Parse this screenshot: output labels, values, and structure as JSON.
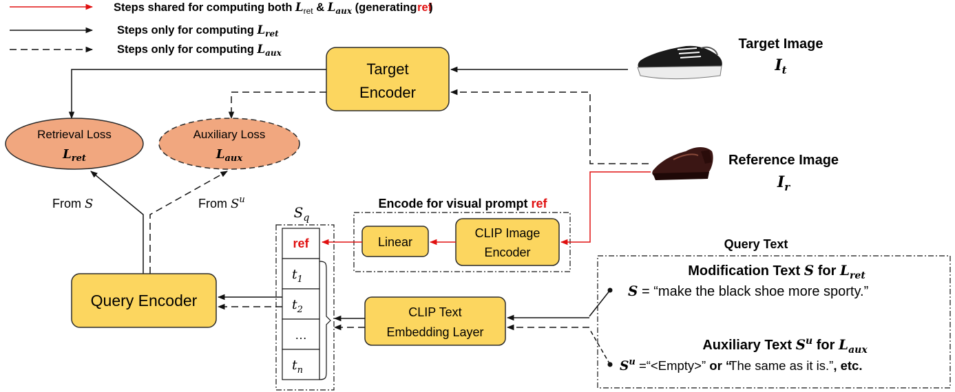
{
  "legend": {
    "red_label": "Steps shared for computing both",
    "red_mid": "&",
    "red_suffix": "(generating",
    "red_ref": "ref",
    "red_close": ")",
    "solid_label": "Steps only for computing",
    "dashed_label": "Steps only for computing",
    "L": "L",
    "ret": "ret",
    "aux": "aux"
  },
  "target_encoder": {
    "line1": "Target",
    "line2": "Encoder"
  },
  "target_image": {
    "label": "Target Image",
    "sym": "I",
    "sub": "t",
    "icon": "sneaker-icon"
  },
  "reference_image": {
    "label": "Reference Image",
    "sym": "I",
    "sub": "r",
    "icon": "dress-shoe-icon"
  },
  "retrieval_loss": {
    "line1": "Retrieval Loss",
    "sym": "L",
    "sub": "ret"
  },
  "auxiliary_loss": {
    "line1": "Auxiliary Loss",
    "sym": "L",
    "sub": "aux"
  },
  "from_s": {
    "text": "From",
    "sym": "S"
  },
  "from_su": {
    "text": "From",
    "sym": "S",
    "sup": "u"
  },
  "visual_prompt": {
    "title": "Encode for visual prompt",
    "ref": "ref"
  },
  "linear": {
    "label": "Linear"
  },
  "clip_image_encoder": {
    "line1": "CLIP Image",
    "line2": "Encoder"
  },
  "sq": {
    "sym": "S",
    "sub": "q"
  },
  "tokens": {
    "ref": "ref",
    "t1_sym": "t",
    "t1_sub": "1",
    "t2_sym": "t",
    "t2_sub": "2",
    "dots": "…",
    "tn_sym": "t",
    "tn_sub": "n"
  },
  "query_encoder": {
    "label": "Query Encoder"
  },
  "clip_text": {
    "line1": "CLIP Text",
    "line2": "Embedding Layer"
  },
  "query_text": {
    "heading": "Query Text",
    "mod_title": "Modification Text",
    "mod_sym": "S",
    "mod_for": "for",
    "mod_L": "L",
    "mod_sub": "ret",
    "mod_eq_sym": "S",
    "mod_value": "= “make the black shoe more sporty.”",
    "aux_title": "Auxiliary Text",
    "aux_sym": "S",
    "aux_sup": "u",
    "aux_for": "for",
    "aux_L": "L",
    "aux_sub": "aux",
    "aux_eq_sym": "S",
    "aux_eq_sup": "u",
    "aux_v1": "=“<Empty>”",
    "aux_or": "or “",
    "aux_v2": "The same as it is.”",
    "aux_etc": ", etc."
  },
  "colors": {
    "box": "#fcd65f",
    "box_stroke": "#2a2a2a",
    "loss": "#f1a77f",
    "red": "#e01010"
  }
}
